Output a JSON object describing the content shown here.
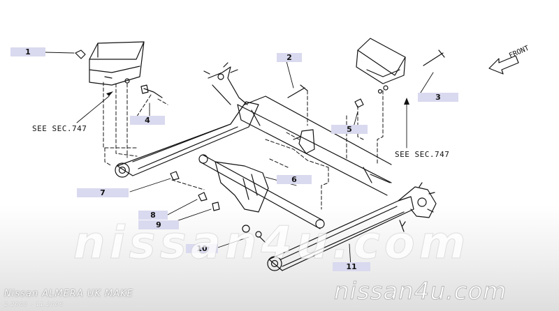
{
  "callouts": {
    "c1": "1",
    "c2": "2",
    "c3": "3",
    "c4": "4",
    "c5": "5",
    "c6": "6",
    "c7": "7",
    "c8": "8",
    "c9": "9",
    "c10": "10",
    "c11": "11"
  },
  "references": {
    "left": "SEE SEC.747",
    "right": "SEE SEC.747"
  },
  "direction_label": "FRONT",
  "watermark": {
    "main": "nissan4u.com",
    "corner": "nissan4u.com"
  },
  "vehicle": {
    "make": "Nissan  ALMERA  UK  MAKE",
    "years": "2.2000  -  11.2006"
  },
  "colors": {
    "callout_bg": "#d9d9ef",
    "line": "#111111"
  }
}
